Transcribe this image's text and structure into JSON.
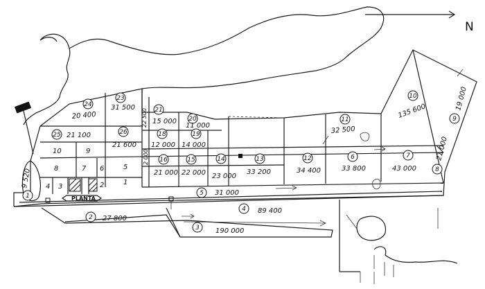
{
  "north_label": "N",
  "plant_label": "PLANTA",
  "lots": [
    {
      "id": "24",
      "area": "20 400"
    },
    {
      "id": "23",
      "area": "31 500"
    },
    {
      "id": "21",
      "area": "15 000"
    },
    {
      "id": "20",
      "area": "11 000"
    },
    {
      "id": "25",
      "area": "21 100"
    },
    {
      "id": "26",
      "area": "21 600"
    },
    {
      "id": "18",
      "area": "12 000"
    },
    {
      "id": "19",
      "area": "14 000"
    },
    {
      "id": "16",
      "area": "21 000"
    },
    {
      "id": "15",
      "area": "22 000"
    },
    {
      "id": "14",
      "area": "23 000"
    },
    {
      "id": "13",
      "area": "33 200"
    },
    {
      "id": "12",
      "area": "34 400"
    },
    {
      "id": "6",
      "area": "33 800"
    },
    {
      "id": "7",
      "area": "43 000"
    },
    {
      "id": "11",
      "area": "32 500"
    },
    {
      "id": "10",
      "area": "135 600"
    },
    {
      "id": "9",
      "area": "19 000"
    },
    {
      "id": "8",
      "area": "21 000"
    },
    {
      "id": "5",
      "area": "31 000"
    },
    {
      "id": "4",
      "area": "89 400"
    },
    {
      "id": "3",
      "area": "190 000"
    },
    {
      "id": "2",
      "area": "27 800"
    },
    {
      "id": "1",
      "area": "9 520"
    }
  ],
  "small_lots": [
    "10",
    "9",
    "8",
    "7",
    "6",
    "5",
    "4",
    "3",
    "2",
    "1"
  ],
  "strip_labels": [
    "22 500",
    "2 000"
  ]
}
